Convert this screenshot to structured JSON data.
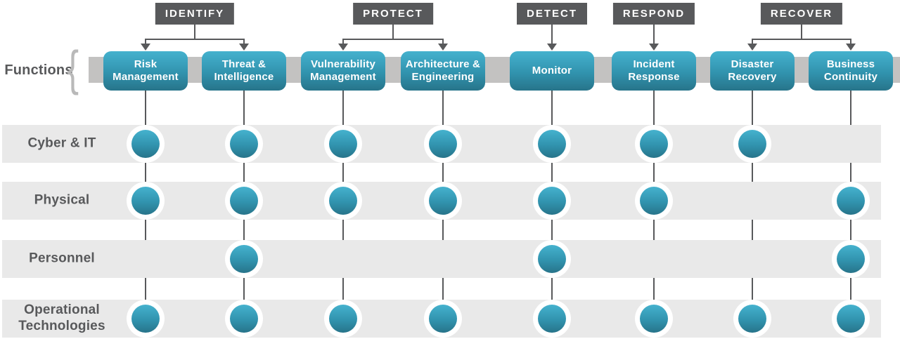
{
  "functions_label": "Functions",
  "brace_glyph": "{",
  "phases": [
    {
      "label": "IDENTIFY",
      "functions": [
        0,
        1
      ]
    },
    {
      "label": "PROTECT",
      "functions": [
        2,
        3
      ]
    },
    {
      "label": "DETECT",
      "functions": [
        4
      ]
    },
    {
      "label": "RESPOND",
      "functions": [
        5
      ]
    },
    {
      "label": "RECOVER",
      "functions": [
        6,
        7
      ]
    }
  ],
  "functions": [
    {
      "label": "Risk\nManagement"
    },
    {
      "label": "Threat &\nIntelligence"
    },
    {
      "label": "Vulnerability\nManagement"
    },
    {
      "label": "Architecture &\nEngineering"
    },
    {
      "label": "Monitor"
    },
    {
      "label": "Incident\nResponse"
    },
    {
      "label": "Disaster\nRecovery"
    },
    {
      "label": "Business\nContinuity"
    }
  ],
  "rows": [
    {
      "label": "Cyber & IT",
      "dots": [
        1,
        1,
        1,
        1,
        1,
        1,
        1,
        0
      ]
    },
    {
      "label": "Physical",
      "dots": [
        1,
        1,
        1,
        1,
        1,
        1,
        0,
        1
      ]
    },
    {
      "label": "Personnel",
      "dots": [
        0,
        1,
        0,
        0,
        1,
        0,
        0,
        1
      ]
    },
    {
      "label": "Operational\nTechnologies",
      "dots": [
        1,
        1,
        1,
        1,
        1,
        1,
        1,
        1
      ]
    }
  ],
  "colors": {
    "dark_gray": "#58595B",
    "function_band": "#C3C2C1",
    "row_band": "#E9E9E9",
    "teal_top": "#45B2CE",
    "teal_mid": "#3193AE",
    "teal_bottom": "#27748A",
    "box_text": "#FFFFFF",
    "label_text": "#58595B"
  }
}
